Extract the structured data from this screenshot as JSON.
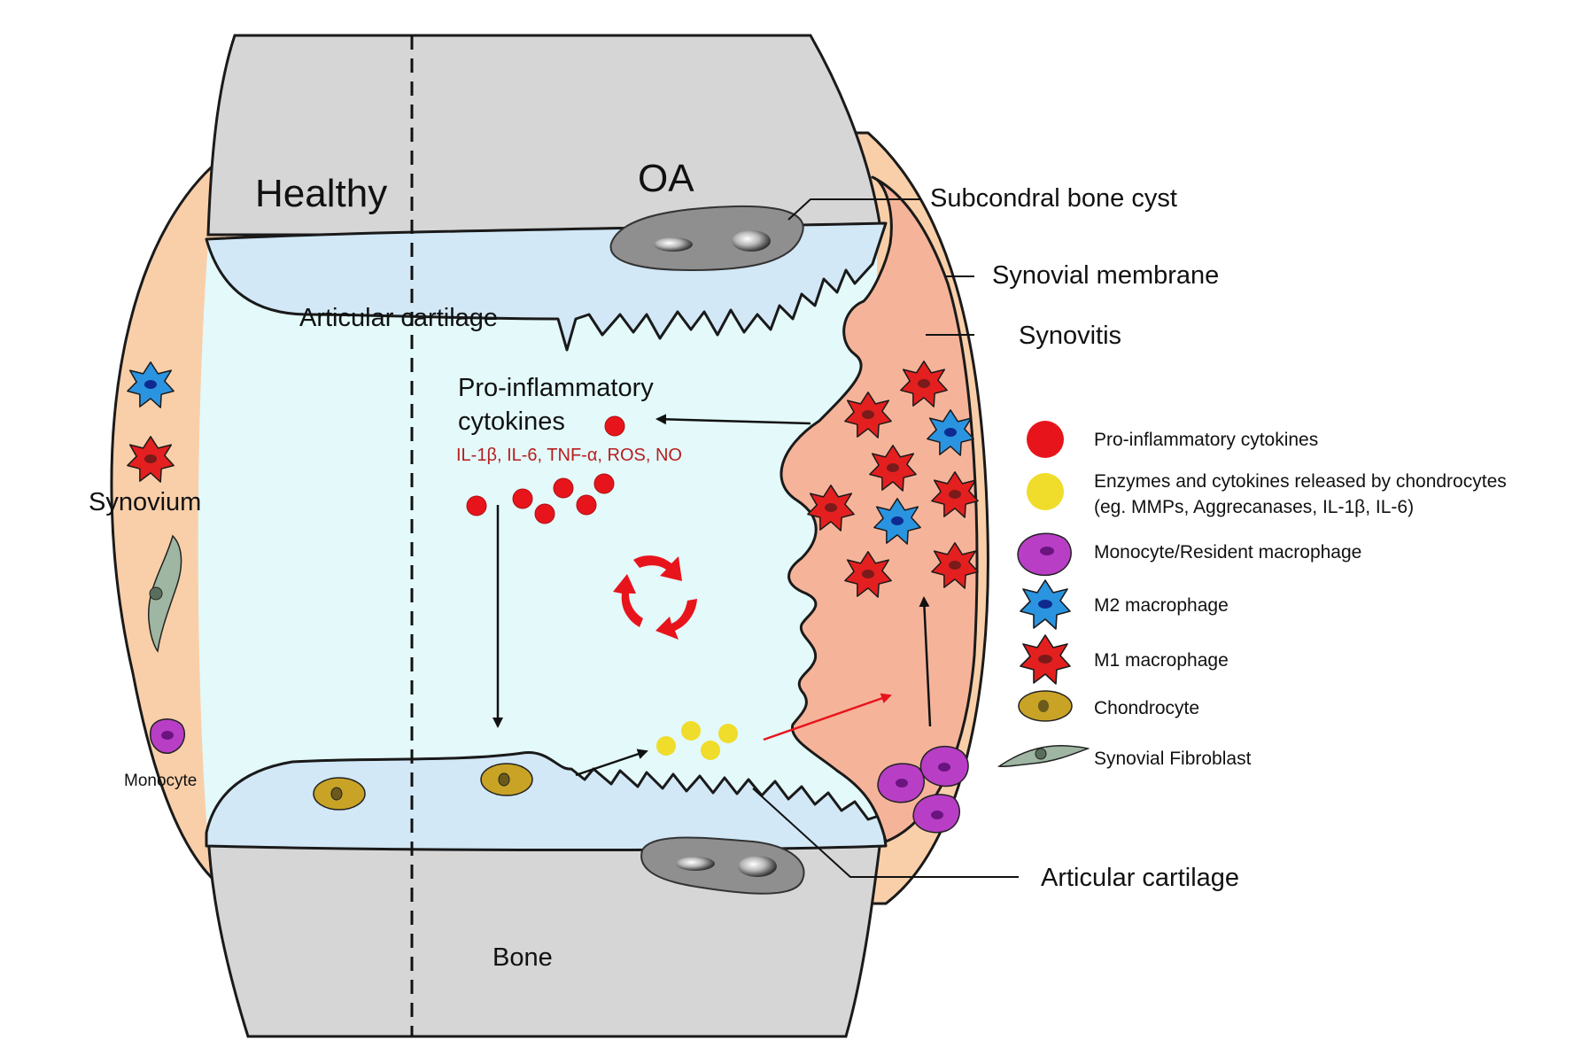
{
  "labels": {
    "healthy": "Healthy",
    "oa": "OA",
    "subchondral_cyst": "Subcondral bone cyst",
    "synovial_membrane": "Synovial membrane",
    "synovitis": "Synovitis",
    "articular_cartilage_top": "Articular cartilage",
    "articular_cartilage_bottom": "Articular cartilage",
    "pro_inflammatory_1": "Pro-inflammatory",
    "pro_inflammatory_2": "cytokines",
    "cytokine_list": "IL-1β, IL-6, TNF-α,  ROS, NO",
    "synovium": "Synovium",
    "monocyte": "Monocyte",
    "bone": "Bone"
  },
  "legend": [
    {
      "icon": "red-circle-icon",
      "text": "Pro-inflammatory cytokines"
    },
    {
      "icon": "yellow-circle-icon",
      "text": "Enzymes and cytokines released by chondrocytes",
      "text2": "(eg. MMPs, Aggrecanases, IL-1β, IL-6)"
    },
    {
      "icon": "purple-cell-icon",
      "text": "Monocyte/Resident macrophage"
    },
    {
      "icon": "blue-macrophage-icon",
      "text": "M2 macrophage"
    },
    {
      "icon": "red-macrophage-icon",
      "text": "M1 macrophage"
    },
    {
      "icon": "chondrocyte-icon",
      "text": "Chondrocyte"
    },
    {
      "icon": "fibroblast-icon",
      "text": "Synovial Fibroblast"
    }
  ],
  "colors": {
    "bone": "#d6d6d6",
    "cartilage": "#d2e8f7",
    "synovial_fluid": "#e3f9fa",
    "synovium": "#f9cfa9",
    "synovitis": "#f5b49a",
    "cytokine_red": "#e8141c",
    "enzyme_yellow": "#f0dc2a",
    "m1_macrophage": "#e3201f",
    "m2_macrophage": "#2a94e0",
    "monocyte": "#b83ec6",
    "chondrocyte": "#c9a326",
    "fibroblast": "#9fb6a2",
    "cytokine_text": "#b81d1d"
  }
}
